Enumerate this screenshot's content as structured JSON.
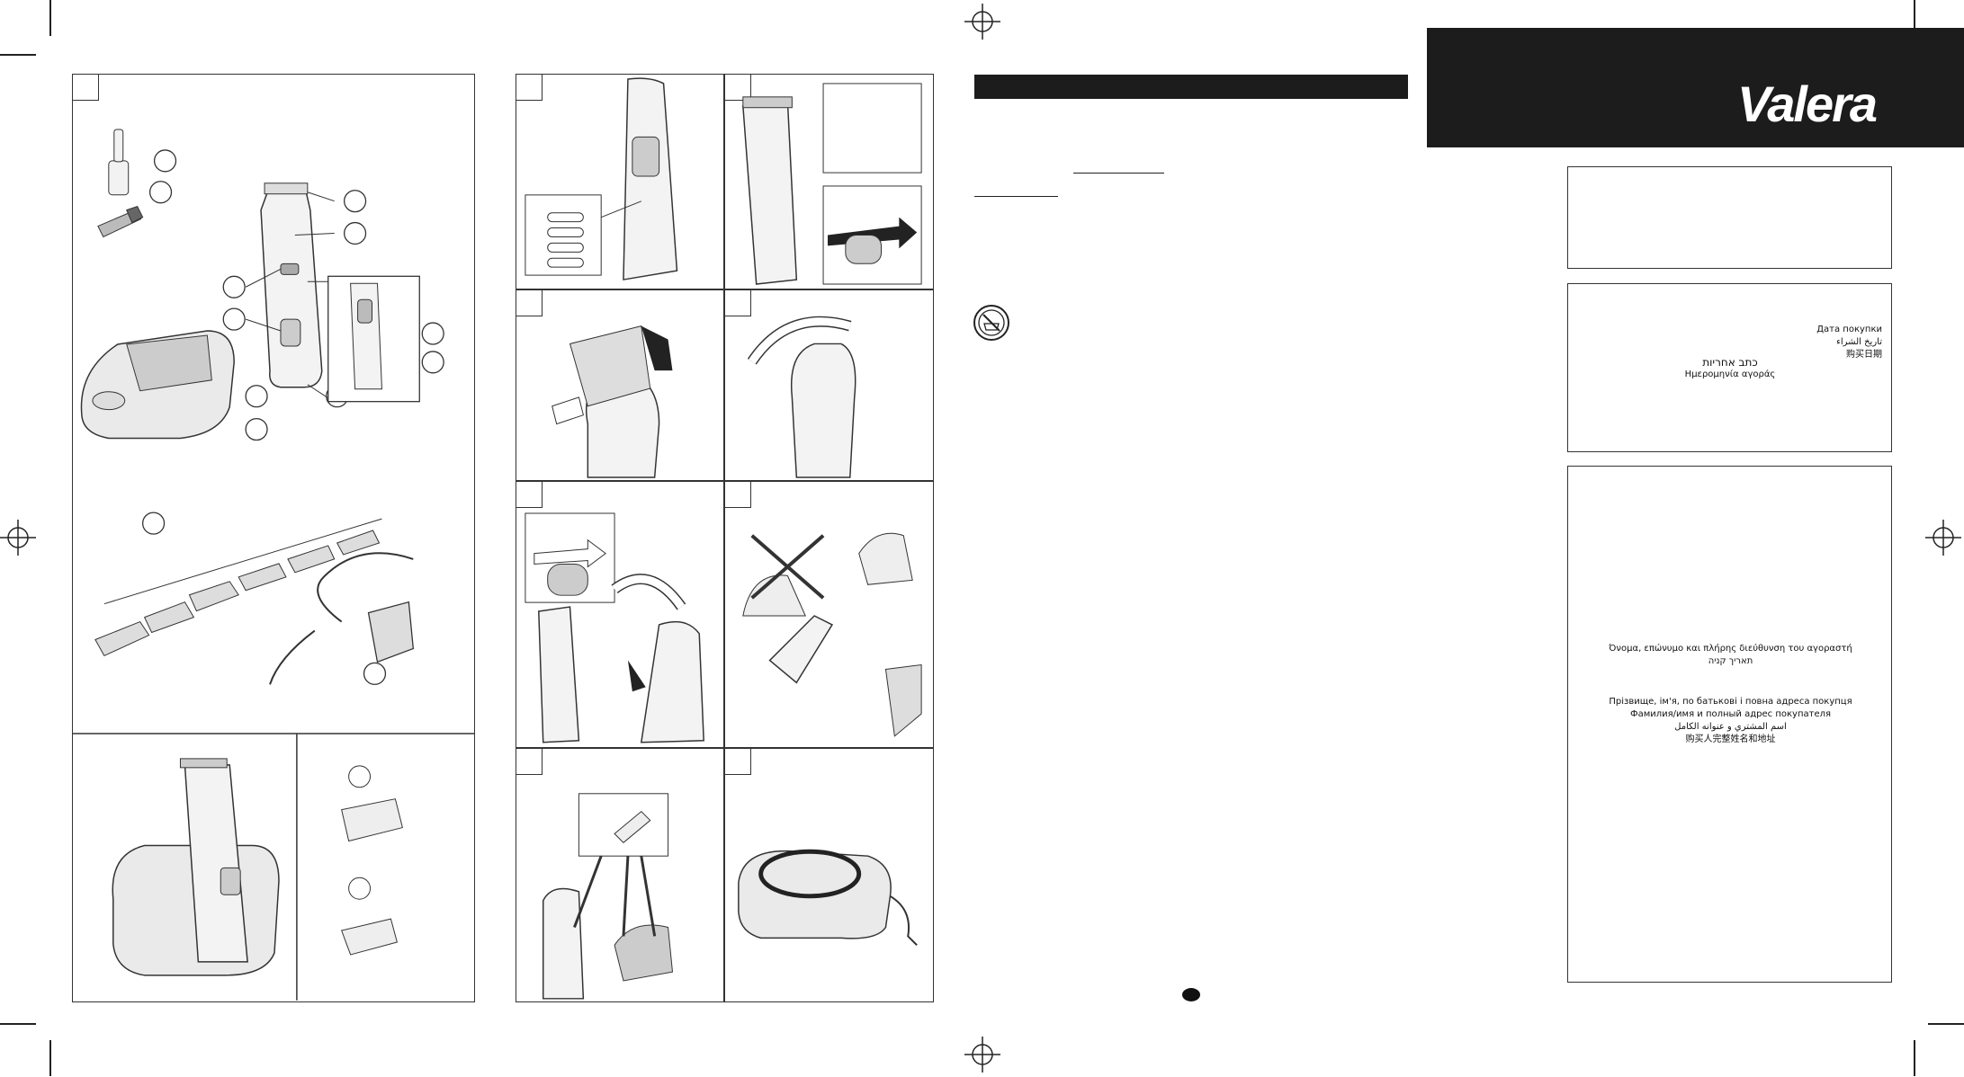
{
  "brand": {
    "name": "Valera"
  },
  "warranty_box": {
    "purchase_date_ru": "Дата покупки",
    "purchase_date_ar": "تاريخ الشراء",
    "purchase_date_zh": "购买日期",
    "warranty_he": "כתב אחריות",
    "purchase_date_el": "Ημερομηνία αγοράς"
  },
  "address_box": {
    "buyer_el": "Όνομα, επώνυμο και πλήρης διεύθυνση του αγοραστή",
    "purchase_date_he": "תאריך קניה",
    "buyer_uk": "Прізвище, ім'я, по батькові і повна адреса покупця",
    "buyer_ru": "Фамилия/имя и полный адрес покупателя",
    "buyer_ar": "اسم المشتري و عنوانه الكامل",
    "buyer_zh": "购买人完整姓名和地址"
  },
  "icons": [
    "registration-mark-icon",
    "no-water-icon",
    "clipper-illustration",
    "comb-attachments-illustration",
    "adapter-illustration",
    "charging-base-illustration",
    "blade-illustration",
    "oil-bottle-icon",
    "brush-icon"
  ]
}
